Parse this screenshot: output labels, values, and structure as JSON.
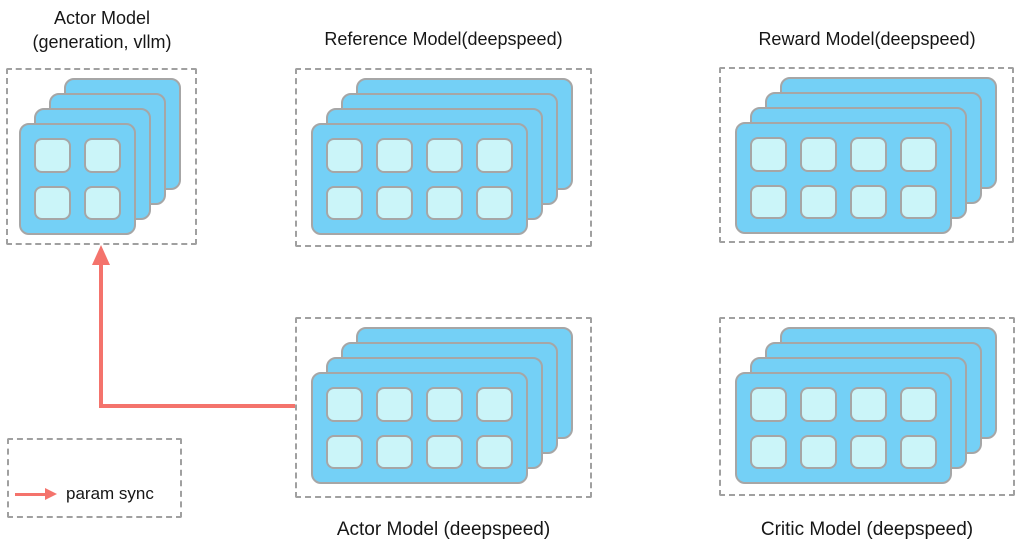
{
  "colors": {
    "card_fill": "#74d0f6",
    "card_border": "#a6a6a6",
    "gpu_fill": "#cbf5f9",
    "gpu_border": "#a6a6a6",
    "box_border": "#a0a0a0",
    "arrow_color": "#f4736c",
    "text_color": "#161616",
    "background": "#ffffff"
  },
  "models": {
    "actor_vllm": {
      "label_line1": "Actor Model",
      "label_line2": "(generation, vllm)",
      "layers": 4,
      "gpu_rows": 2,
      "gpu_cols": 2,
      "label_position": "top"
    },
    "reference": {
      "label": "Reference Model(deepspeed)",
      "layers": 4,
      "gpu_rows": 2,
      "gpu_cols": 4,
      "label_position": "top"
    },
    "reward": {
      "label": "Reward Model(deepspeed)",
      "layers": 4,
      "gpu_rows": 2,
      "gpu_cols": 4,
      "label_position": "top"
    },
    "actor_ds": {
      "label": "Actor Model (deepspeed)",
      "layers": 4,
      "gpu_rows": 2,
      "gpu_cols": 4,
      "label_position": "bottom"
    },
    "critic": {
      "label": "Critic Model (deepspeed)",
      "layers": 4,
      "gpu_rows": 2,
      "gpu_cols": 4,
      "label_position": "bottom"
    }
  },
  "param_sync_arrow": {
    "from": "Actor Model (deepspeed)",
    "to": "Actor Model (generation, vllm)",
    "shape": "elbow-left-then-up"
  },
  "legend": {
    "label": "param sync"
  }
}
